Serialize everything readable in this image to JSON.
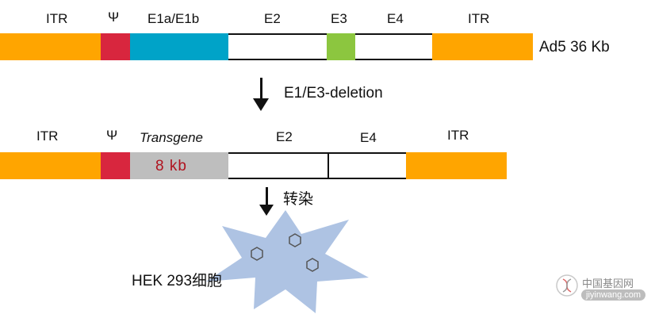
{
  "top_construct": {
    "labels": {
      "itr_left": "ITR",
      "psi": "Ψ",
      "e1": "E1a/E1b",
      "e2": "E2",
      "e3": "E3",
      "e4": "E4",
      "itr_right": "ITR"
    },
    "size_label": "Ad5 36 Kb"
  },
  "step1": {
    "label": "E1/E3-deletion"
  },
  "bottom_construct": {
    "labels": {
      "itr_left": "ITR",
      "psi": "Ψ",
      "transgene": "Transgene",
      "e2": "E2",
      "e4": "E4",
      "itr_right": "ITR"
    },
    "transgene_size": "8 kb"
  },
  "step2": {
    "label": "转染"
  },
  "cell": {
    "label": "HEK 293细胞"
  },
  "watermark": {
    "title": "中国基因网",
    "url": "jiyinwang.com"
  },
  "colors": {
    "itr": "#ffa500",
    "psi": "#d8263e",
    "e1": "#00a3c8",
    "e3": "#8cc63f",
    "transgene": "#bebebe",
    "cell": "#aec3e3",
    "transgene_text": "#b0121e"
  }
}
